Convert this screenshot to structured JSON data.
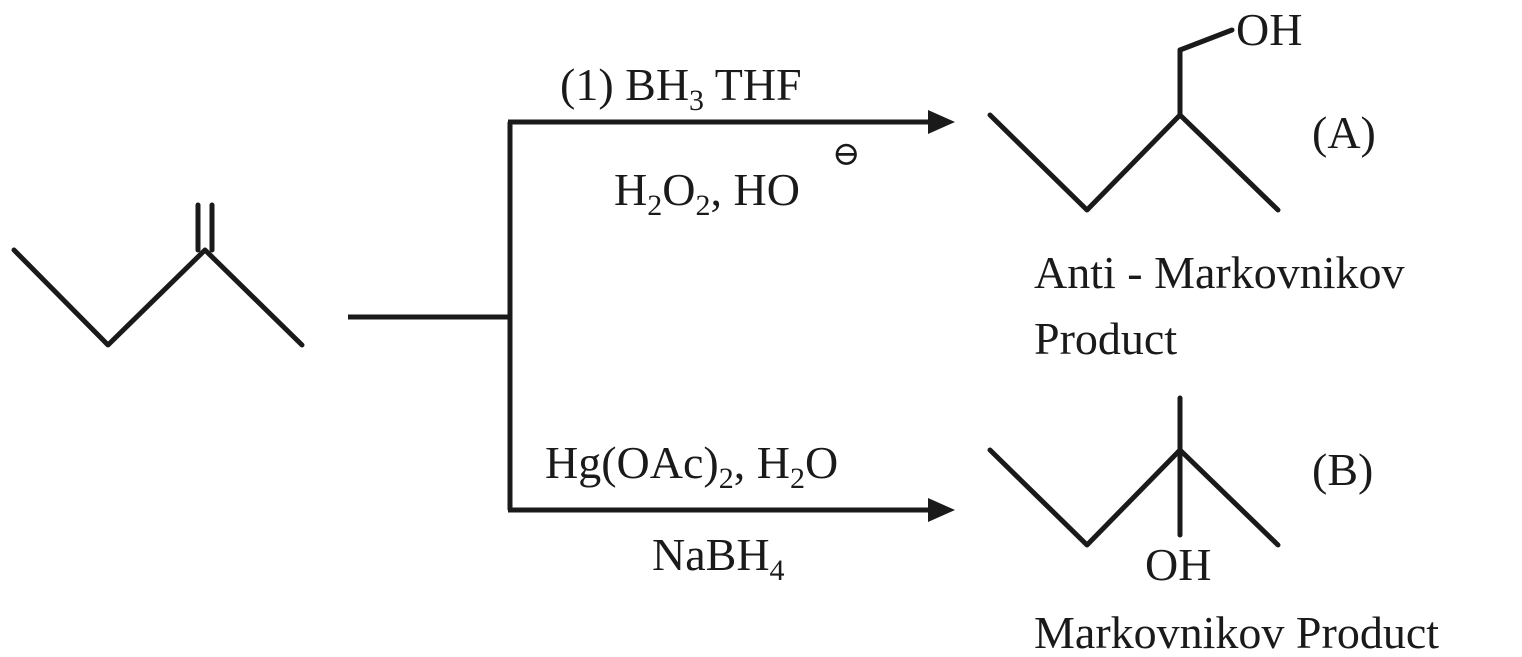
{
  "reagents": {
    "top_line1": {
      "pre": "(1) BH",
      "sub": "3",
      "post": " THF"
    },
    "top_line2": {
      "a": "H",
      "s1": "2",
      "b": "O",
      "s2": "2",
      "c": ", HO"
    },
    "top_charge": "⊖",
    "bottom_line1": {
      "a": "Hg(OAc)",
      "s1": "2",
      "b": ", H",
      "s2": "2",
      "c": "O"
    },
    "bottom_line2": {
      "a": "NaBH",
      "s1": "4"
    }
  },
  "product_a": {
    "atom": "OH",
    "label": "(A)",
    "desc_line1": "Anti - Markovnikov",
    "desc_line2": "Product"
  },
  "product_b": {
    "atom": "OH",
    "label": "(B)",
    "desc": "Markovnikov Product"
  }
}
